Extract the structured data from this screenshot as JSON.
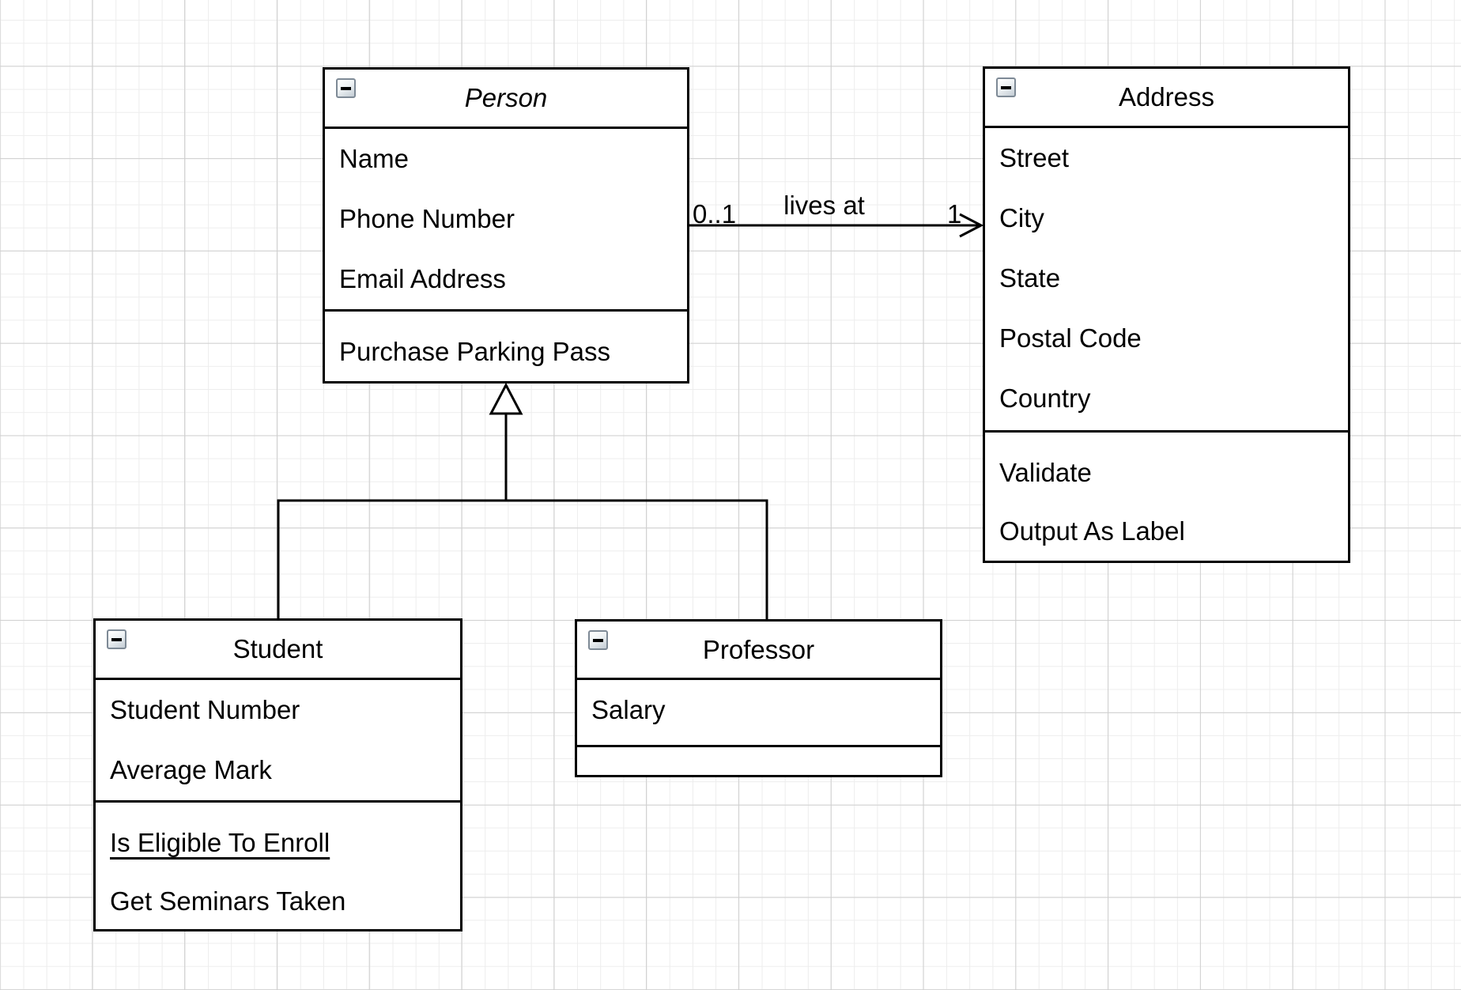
{
  "colors": {
    "background": "#ffffff",
    "grid_minor": "#ededed",
    "grid_major": "#cfcfcf",
    "stroke": "#000000",
    "shape_fill": "#ffffff",
    "collapse_icon_border": "#7e8a96"
  },
  "icons": {
    "collapse": "minus-icon"
  },
  "classes": [
    {
      "title": "Person",
      "abstract": true,
      "attributes": [
        "Name",
        "Phone Number",
        "Email Address"
      ],
      "methods": [
        {
          "label": "Purchase Parking Pass",
          "static": false
        }
      ]
    },
    {
      "title": "Address",
      "abstract": false,
      "attributes": [
        "Street",
        "City",
        "State",
        "Postal Code",
        "Country"
      ],
      "methods": [
        {
          "label": "Validate",
          "static": false
        },
        {
          "label": "Output As Label",
          "static": false
        }
      ]
    },
    {
      "title": "Student",
      "abstract": false,
      "attributes": [
        "Student Number",
        "Average Mark"
      ],
      "methods": [
        {
          "label": "Is Eligible To Enroll",
          "static": true
        },
        {
          "label": "Get Seminars Taken",
          "static": false
        }
      ]
    },
    {
      "title": "Professor",
      "abstract": false,
      "attributes": [
        "Salary"
      ],
      "methods": []
    }
  ],
  "relationships": {
    "association": {
      "source": "Person",
      "target": "Address",
      "label": "lives at",
      "source_multiplicity": "0..1",
      "target_multiplicity": "1"
    },
    "generalization": {
      "parent": "Person",
      "children": [
        "Student",
        "Professor"
      ]
    }
  }
}
